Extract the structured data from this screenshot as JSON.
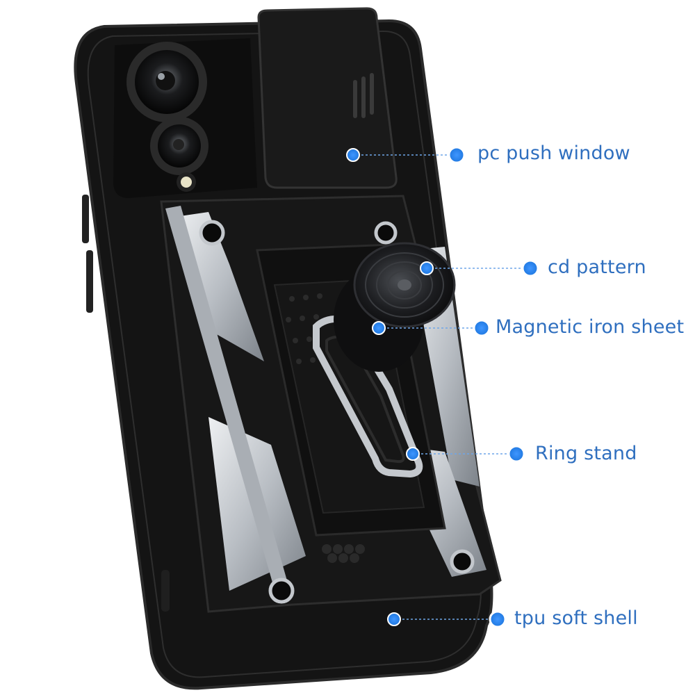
{
  "callouts": [
    {
      "label": "pc push window"
    },
    {
      "label": "cd pattern"
    },
    {
      "label": "Magnetic iron sheet"
    },
    {
      "label": "Ring stand"
    },
    {
      "label": "tpu soft shell"
    }
  ],
  "colors": {
    "background": "#ffffff",
    "case_body": "#141414",
    "case_edge": "#2b2b2b",
    "armor_silver": "#cfd3d8",
    "callout_text": "#2f6fbf",
    "callout_dot": "#1f78e0"
  }
}
